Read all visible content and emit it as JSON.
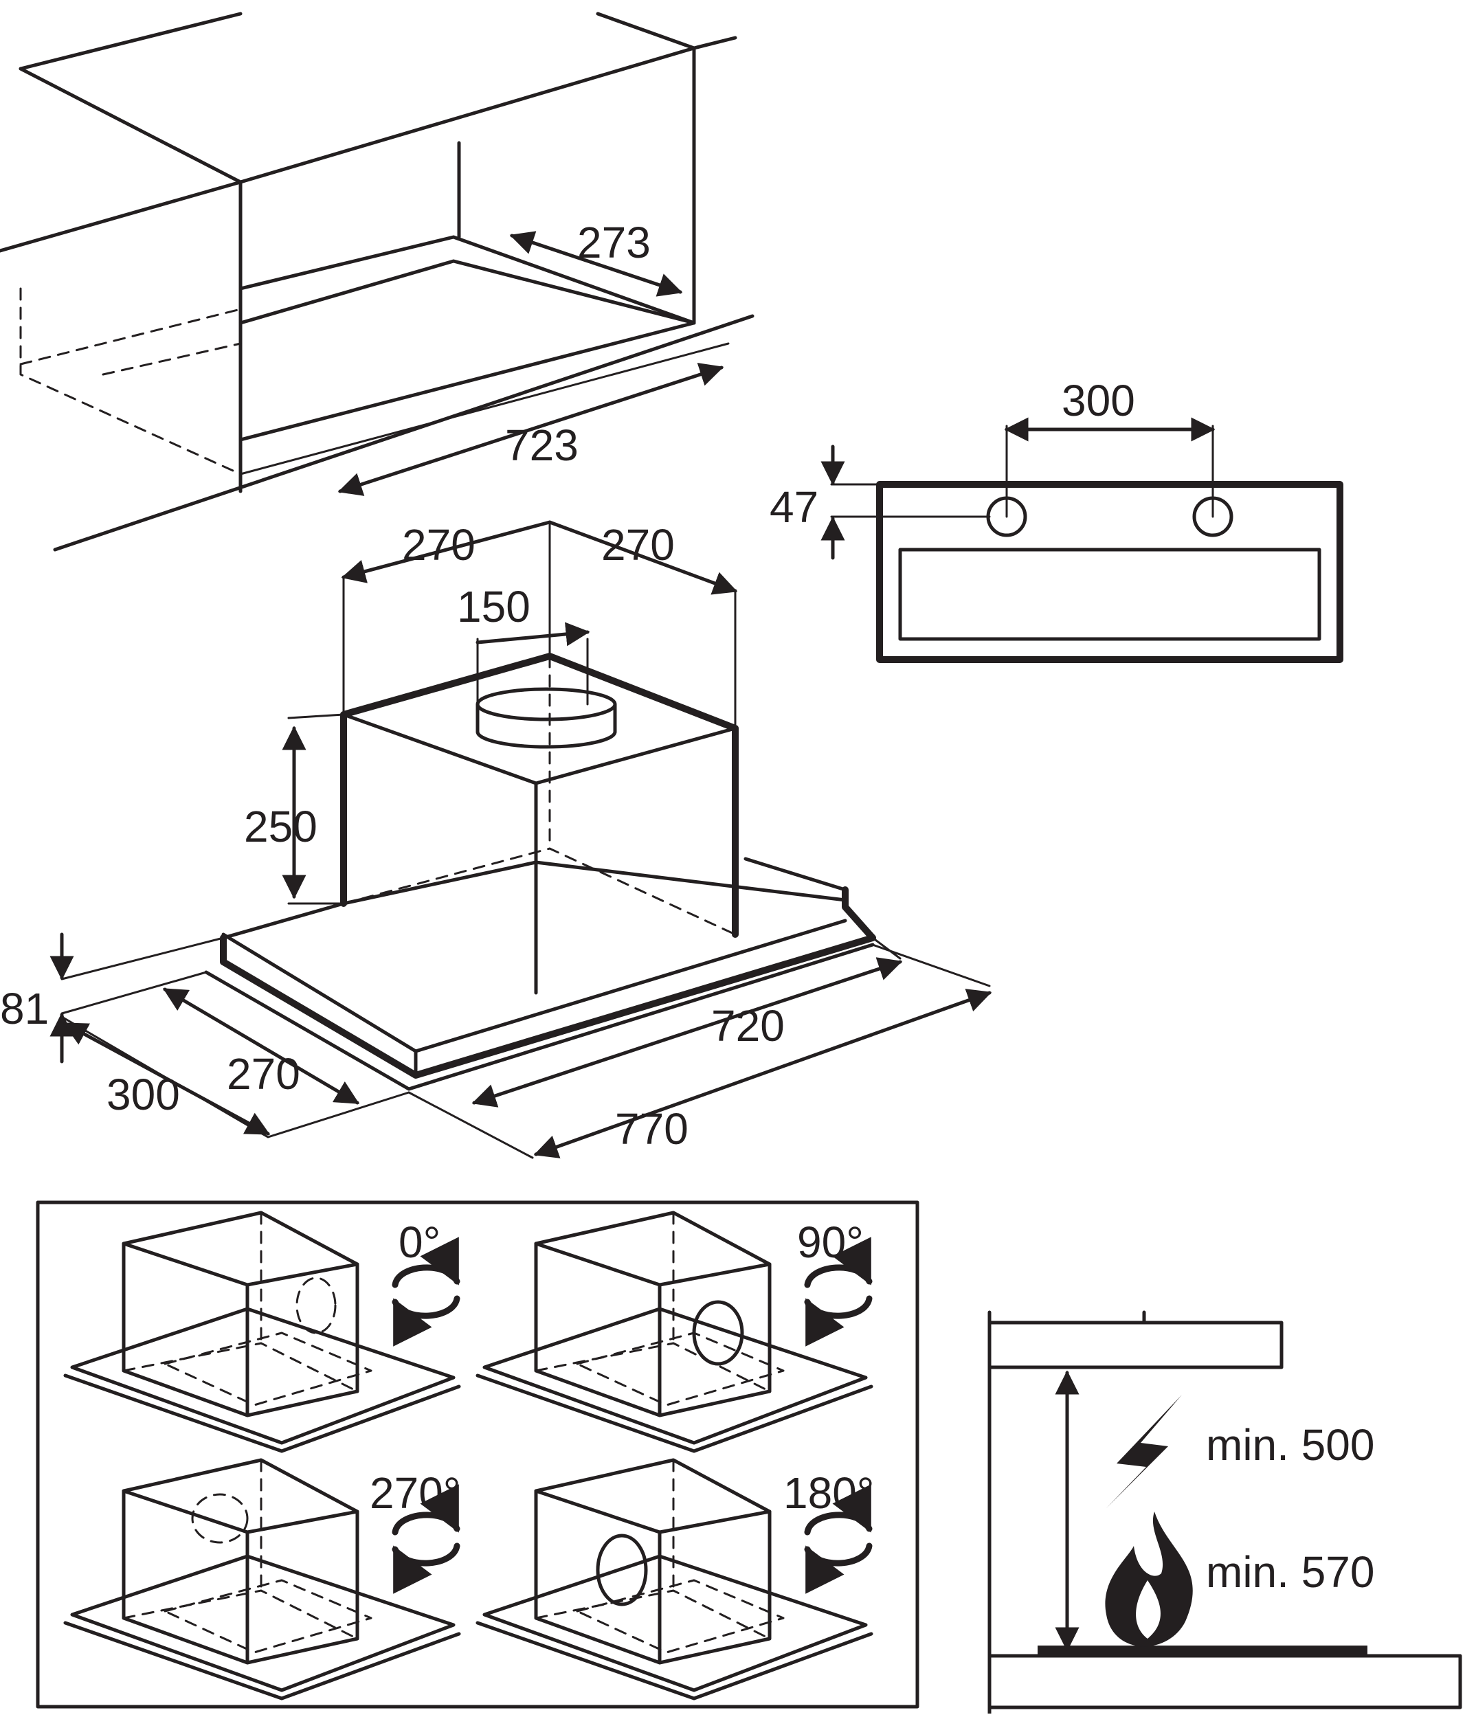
{
  "cabinet": {
    "depth_label": "273",
    "width_label": "723"
  },
  "rear_panel": {
    "spacing_label": "300",
    "height_label": "47"
  },
  "hood": {
    "left_offset_label": "270",
    "right_offset_label": "270",
    "duct_label": "150",
    "box_height_label": "250",
    "panel_height_label": "81",
    "depth_label": "300",
    "inner_depth_label": "270",
    "inner_width_label": "720",
    "width_label": "770"
  },
  "rotations": [
    {
      "angle": "0°"
    },
    {
      "angle": "90°"
    },
    {
      "angle": "270°"
    },
    {
      "angle": "180°"
    }
  ],
  "clearance": {
    "electric_label": "min. 500",
    "gas_label": "min. 570",
    "icons": [
      "lightning-icon",
      "flame-icon"
    ]
  },
  "colors": {
    "line": "#231f20",
    "background": "#ffffff"
  }
}
